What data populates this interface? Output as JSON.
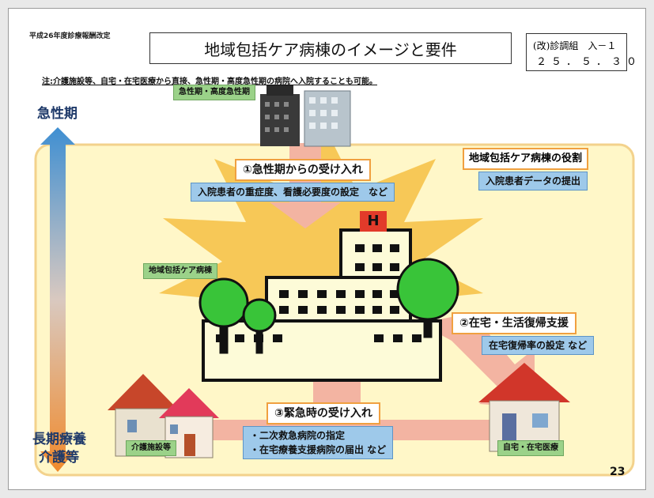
{
  "header": {
    "revision_note": "平成26年度診療報酬改定",
    "title": "地域包括ケア病棟のイメージと要件",
    "code_line1": "(改)診調組　入－１",
    "code_line2": "２５．５．３０"
  },
  "note": "注:介護施設等、自宅・在宅医療から直接、急性期・高度急性期の病院へ入院することも可能。",
  "axis": {
    "top_label": "急性期",
    "bottom_label_1": "長期療養",
    "bottom_label_2": "介護等"
  },
  "labels": {
    "acute_hospital": "急性期・高度急性期",
    "community_ward": "地域包括ケア病棟",
    "care_facility": "介護施設等",
    "home_care": "自宅・在宅医療"
  },
  "role": {
    "title": "地域包括ケア病棟の役割",
    "item": "入院患者データの提出"
  },
  "functions": {
    "f1_title": "①急性期からの受け入れ",
    "f1_detail": "入院患者の重症度、看護必要度の設定　など",
    "f2_title": "②在宅・生活復帰支援",
    "f2_detail": "在宅復帰率の設定 など",
    "f3_title": "③緊急時の受け入れ",
    "f3_detail_1": "・二次救急病院の指定",
    "f3_detail_2": "・在宅療養支援病院の届出 など"
  },
  "hospital_sign": "H",
  "page_number": "23",
  "colors": {
    "panel": "#fff7c8",
    "panel_border": "#f3d28c",
    "burst": "#f6c24a",
    "arrow": "#f3b4a2",
    "tree": "#39c439",
    "building": "#fdfbd8",
    "axis_top": "#3f8fd2",
    "axis_bottom": "#f08a2c"
  }
}
